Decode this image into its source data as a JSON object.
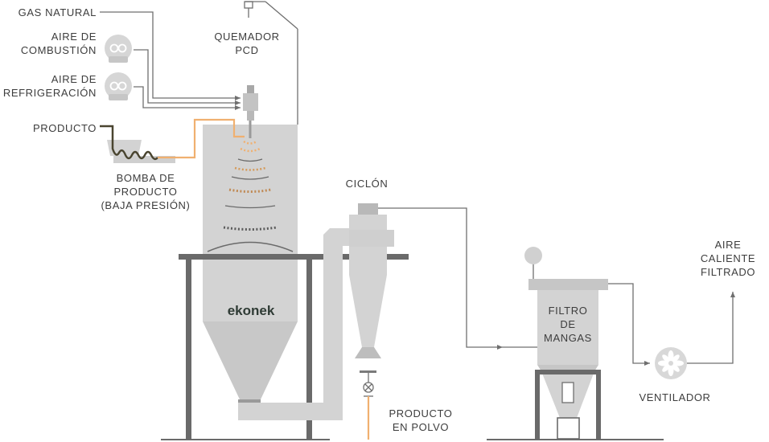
{
  "labels": {
    "gas_natural": "GAS NATURAL",
    "aire_combustion": [
      "AIRE DE",
      "COMBUSTIÓN"
    ],
    "aire_refrigeracion": [
      "AIRE DE",
      "REFRIGERACIÓN"
    ],
    "producto": "PRODUCTO",
    "quemador": [
      "QUEMADOR",
      "PCD"
    ],
    "bomba": [
      "BOMBA DE",
      "PRODUCTO",
      "(BAJA PRESIÓN)"
    ],
    "ciclon": "CICLÓN",
    "filtro": [
      "FILTRO",
      "DE",
      "MANGAS"
    ],
    "aire_caliente": [
      "AIRE",
      "CALIENTE",
      "FILTRADO"
    ],
    "ventilador": "VENTILADOR",
    "producto_polvo": [
      "PRODUCTO",
      "EN POLVO"
    ],
    "brand": "ekonek"
  },
  "colors": {
    "equipment": "#d3d3d3",
    "equipment_dark": "#c3c3c3",
    "structure": "#6a6a6a",
    "line": "#6f6f6f",
    "product_orange": "#f0b070",
    "product_dark": "#4a4530",
    "brand_text": "#2f3b35"
  }
}
